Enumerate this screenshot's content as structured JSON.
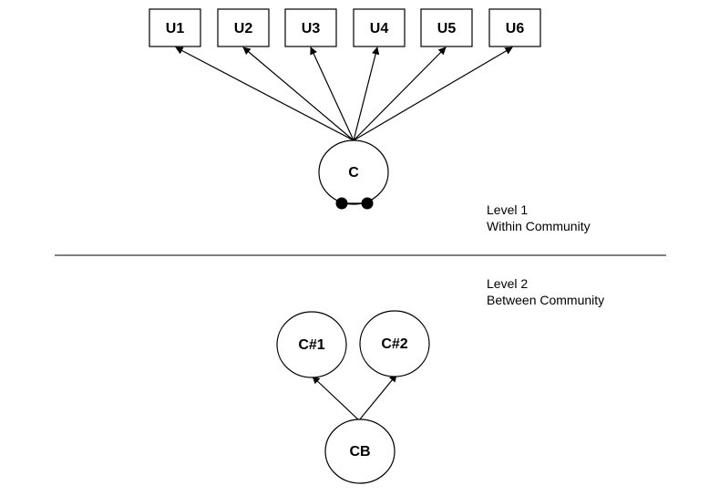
{
  "indicators": [
    {
      "id": "u1",
      "label": "U1"
    },
    {
      "id": "u2",
      "label": "U2"
    },
    {
      "id": "u3",
      "label": "U3"
    },
    {
      "id": "u4",
      "label": "U4"
    },
    {
      "id": "u5",
      "label": "U5"
    },
    {
      "id": "u6",
      "label": "U6"
    }
  ],
  "level1": {
    "factor_label": "C",
    "title": "Level 1",
    "subtitle": "Within Community"
  },
  "level2": {
    "title": "Level 2",
    "subtitle": "Between Community",
    "children": [
      {
        "id": "c1",
        "label": "C#1"
      },
      {
        "id": "c2",
        "label": "C#2"
      }
    ],
    "parent_label": "CB"
  },
  "colors": {
    "stroke": "#000000",
    "background": "#ffffff"
  }
}
